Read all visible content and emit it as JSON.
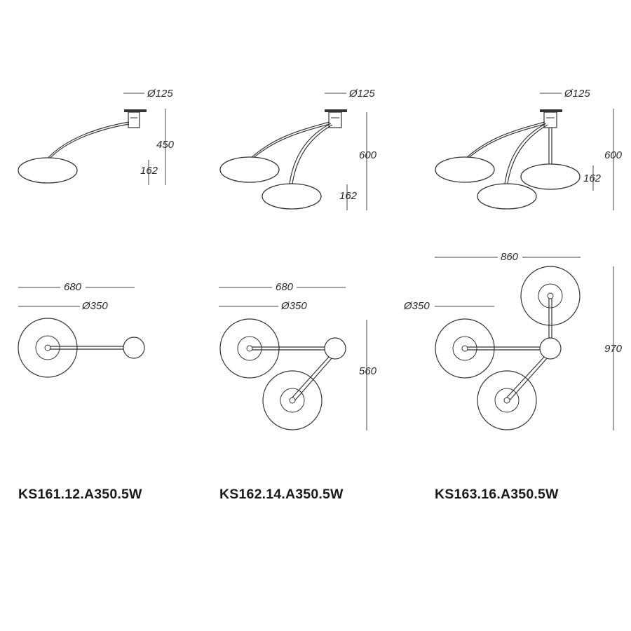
{
  "models": [
    {
      "code": "KS161.12.A350.5W",
      "side": {
        "canopy": "Ø125",
        "height": "450",
        "drop": "162"
      },
      "plan": {
        "width": "680",
        "shade": "Ø350"
      }
    },
    {
      "code": "KS162.14.A350.5W",
      "side": {
        "canopy": "Ø125",
        "height": "600",
        "drop": "162"
      },
      "plan": {
        "width": "680",
        "shade": "Ø350",
        "depth": "560"
      }
    },
    {
      "code": "KS163.16.A350.5W",
      "side": {
        "canopy": "Ø125",
        "height": "600",
        "drop": "162"
      },
      "plan": {
        "width": "860",
        "shade": "Ø350",
        "depth": "970"
      }
    }
  ]
}
